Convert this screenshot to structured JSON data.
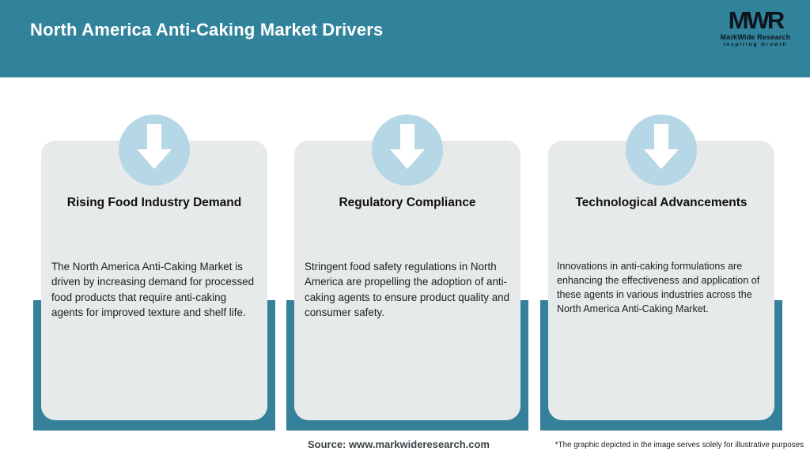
{
  "header": {
    "title": "North America Anti-Caking Market Drivers"
  },
  "logo": {
    "mark": "MWR",
    "name": "MarkWide Research",
    "tagline": "Inspiring Growth"
  },
  "cards": [
    {
      "title": "Rising Food Industry Demand",
      "body": "The North America Anti-Caking Market is driven by increasing demand for processed food products that require anti-caking agents for improved texture and shelf life."
    },
    {
      "title": "Regulatory Compliance",
      "body": "Stringent food safety regulations in North America are propelling the adoption of anti-caking agents to ensure product quality and consumer safety."
    },
    {
      "title": "Technological Advancements",
      "body": "Innovations in anti-caking formulations are enhancing the effectiveness and application of these agents in various industries across the North America Anti-Caking Market."
    }
  ],
  "footer": {
    "source": "Source: www.markwideresearch.com",
    "disclaimer": "*The graphic depicted in the image serves solely for illustrative purposes"
  },
  "icons": [
    {
      "name": "down-arrow-icon",
      "shape": "white block arrow pointing down inside light-blue circle"
    }
  ],
  "colors": {
    "header_teal": "#31839C",
    "band_teal": "#35819B",
    "card_gray": "#E7EAEA",
    "circle_blue": "#B5D7E6",
    "title_text": "#FFFFFF",
    "body_text": "#1E1E1E"
  }
}
